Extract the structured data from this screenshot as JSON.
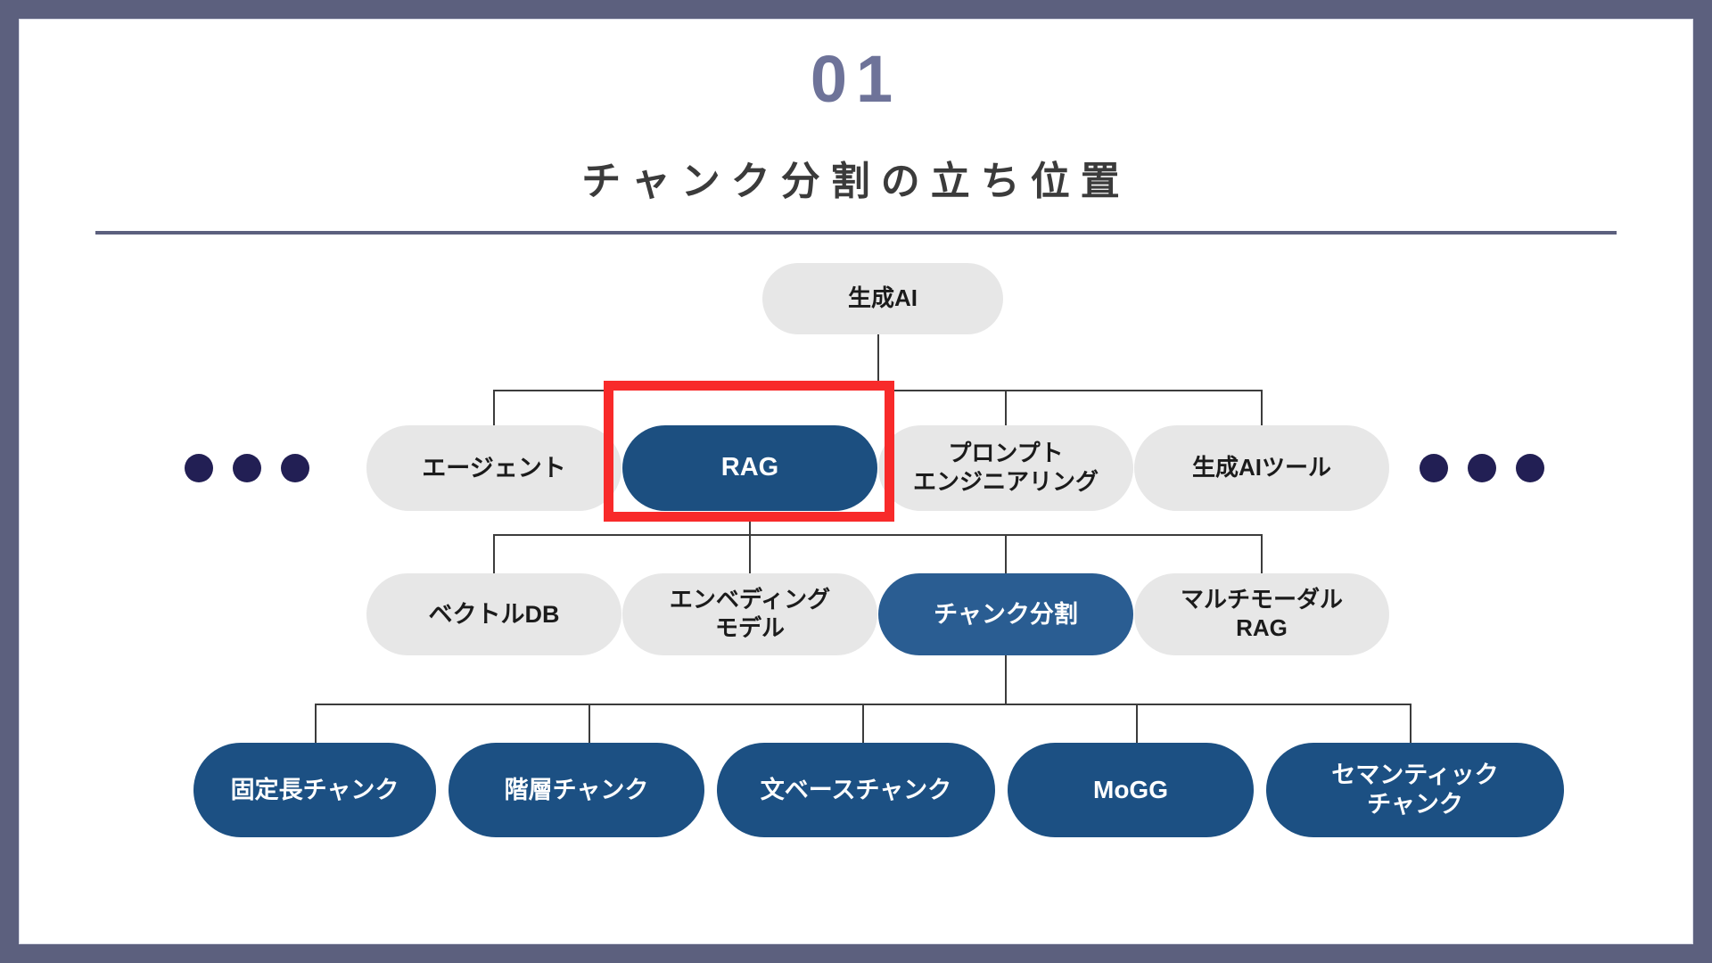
{
  "slide": {
    "kicker": "01",
    "subtitle": "チャンク分割の立ち位置",
    "frame_color": "#5c607e",
    "accent_color": "#6e7399",
    "rule_color": "#5c607e"
  },
  "diagram": {
    "type": "hierarchy-tree",
    "root": {
      "label": "生成AI",
      "style": "grey"
    },
    "level2": [
      {
        "label": "エージェント",
        "style": "grey",
        "highlighted": false
      },
      {
        "label": "RAG",
        "style": "navy",
        "highlighted": true
      },
      {
        "label": "プロンプト\nエンジニアリング",
        "style": "grey",
        "highlighted": false
      },
      {
        "label": "生成AIツール",
        "style": "grey",
        "highlighted": false
      }
    ],
    "level3": [
      {
        "label": "ベクトルDB",
        "style": "grey"
      },
      {
        "label": "エンベディング\nモデル",
        "style": "grey"
      },
      {
        "label": "チャンク分割",
        "style": "navy2"
      },
      {
        "label": "マルチモーダル\nRAG",
        "style": "grey"
      }
    ],
    "level4": [
      {
        "label": "固定長チャンク",
        "style": "leaf"
      },
      {
        "label": "階層チャンク",
        "style": "leaf"
      },
      {
        "label": "文ベースチャンク",
        "style": "leaf"
      },
      {
        "label": "MoGG",
        "style": "leaf"
      },
      {
        "label": "セマンティック\nチャンク",
        "style": "leaf"
      }
    ],
    "ellipsis_left": {
      "name": "more-indicator-left",
      "count": 3
    },
    "ellipsis_right": {
      "name": "more-indicator-right",
      "count": 3
    },
    "highlight": {
      "color": "#f82a2a",
      "target": "RAG"
    },
    "colors": {
      "node_grey": "#e7e7e7",
      "node_navy": "#1c4f80",
      "node_navy_light": "#2a5d92",
      "leaf_navy": "#1c5083",
      "connector": "#3c3c3c",
      "dot": "#221f54"
    }
  }
}
